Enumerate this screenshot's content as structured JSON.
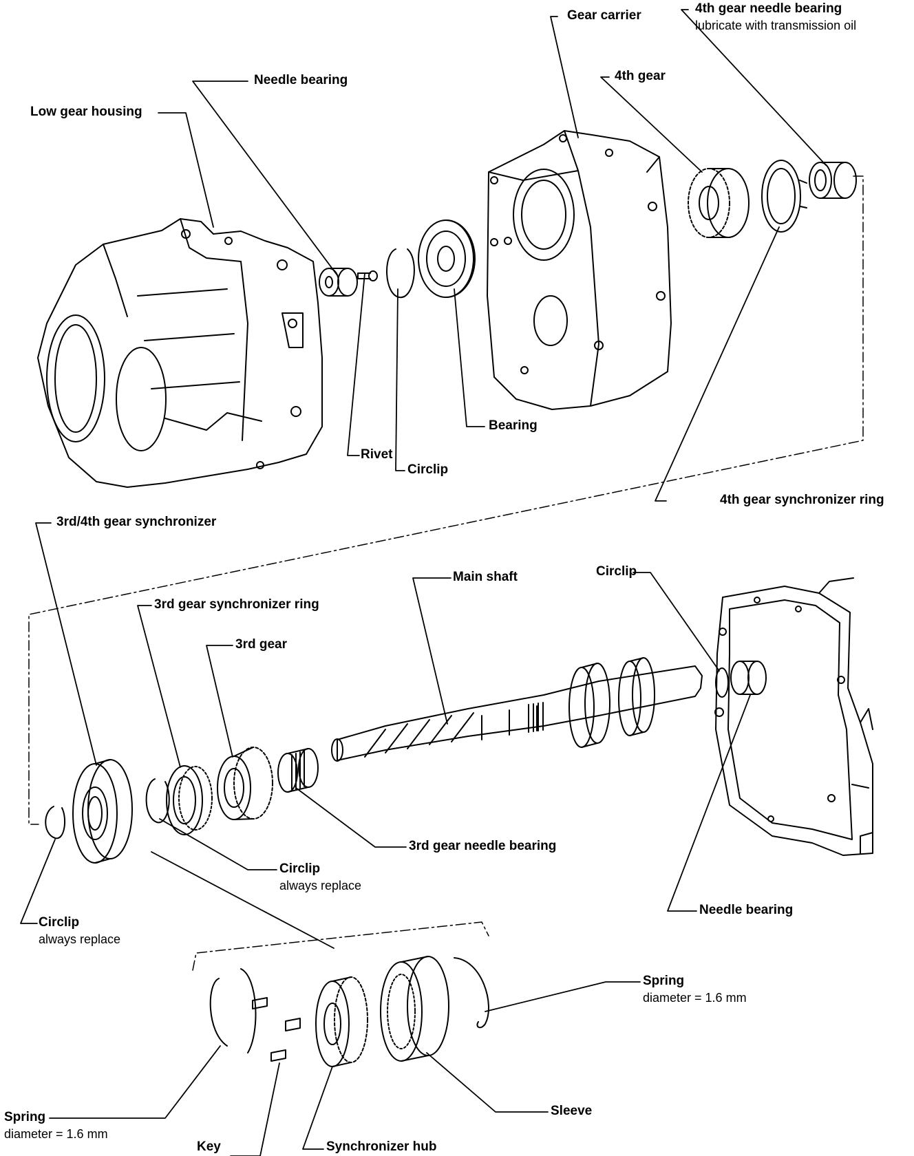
{
  "labels": {
    "low_gear_housing": "Low gear housing",
    "needle_bearing_top": "Needle bearing",
    "gear_carrier": "Gear carrier",
    "fourth_gear_needle_bearing": "4th gear needle bearing",
    "fourth_gear_needle_bearing_note": "lubricate with transmission oil",
    "fourth_gear": "4th gear",
    "bearing": "Bearing",
    "rivet": "Rivet",
    "circlip_top": "Circlip",
    "fourth_gear_synchronizer_ring": "4th gear synchronizer ring",
    "third_fourth_gear_synchronizer": "3rd/4th gear synchronizer",
    "main_shaft": "Main shaft",
    "circlip_right": "Circlip",
    "third_gear_synchronizer_ring": "3rd gear synchronizer ring",
    "third_gear": "3rd gear",
    "third_gear_needle_bearing": "3rd gear needle bearing",
    "needle_bearing_bottom": "Needle bearing",
    "circlip_middle": "Circlip",
    "circlip_middle_note": "always replace",
    "circlip_left": "Circlip",
    "circlip_left_note": "always replace",
    "spring_right": "Spring",
    "spring_right_note": "diameter = 1.6 mm",
    "spring_left": "Spring",
    "spring_left_note": "diameter = 1.6 mm",
    "sleeve": "Sleeve",
    "key": "Key",
    "synchronizer_hub": "Synchronizer hub"
  }
}
